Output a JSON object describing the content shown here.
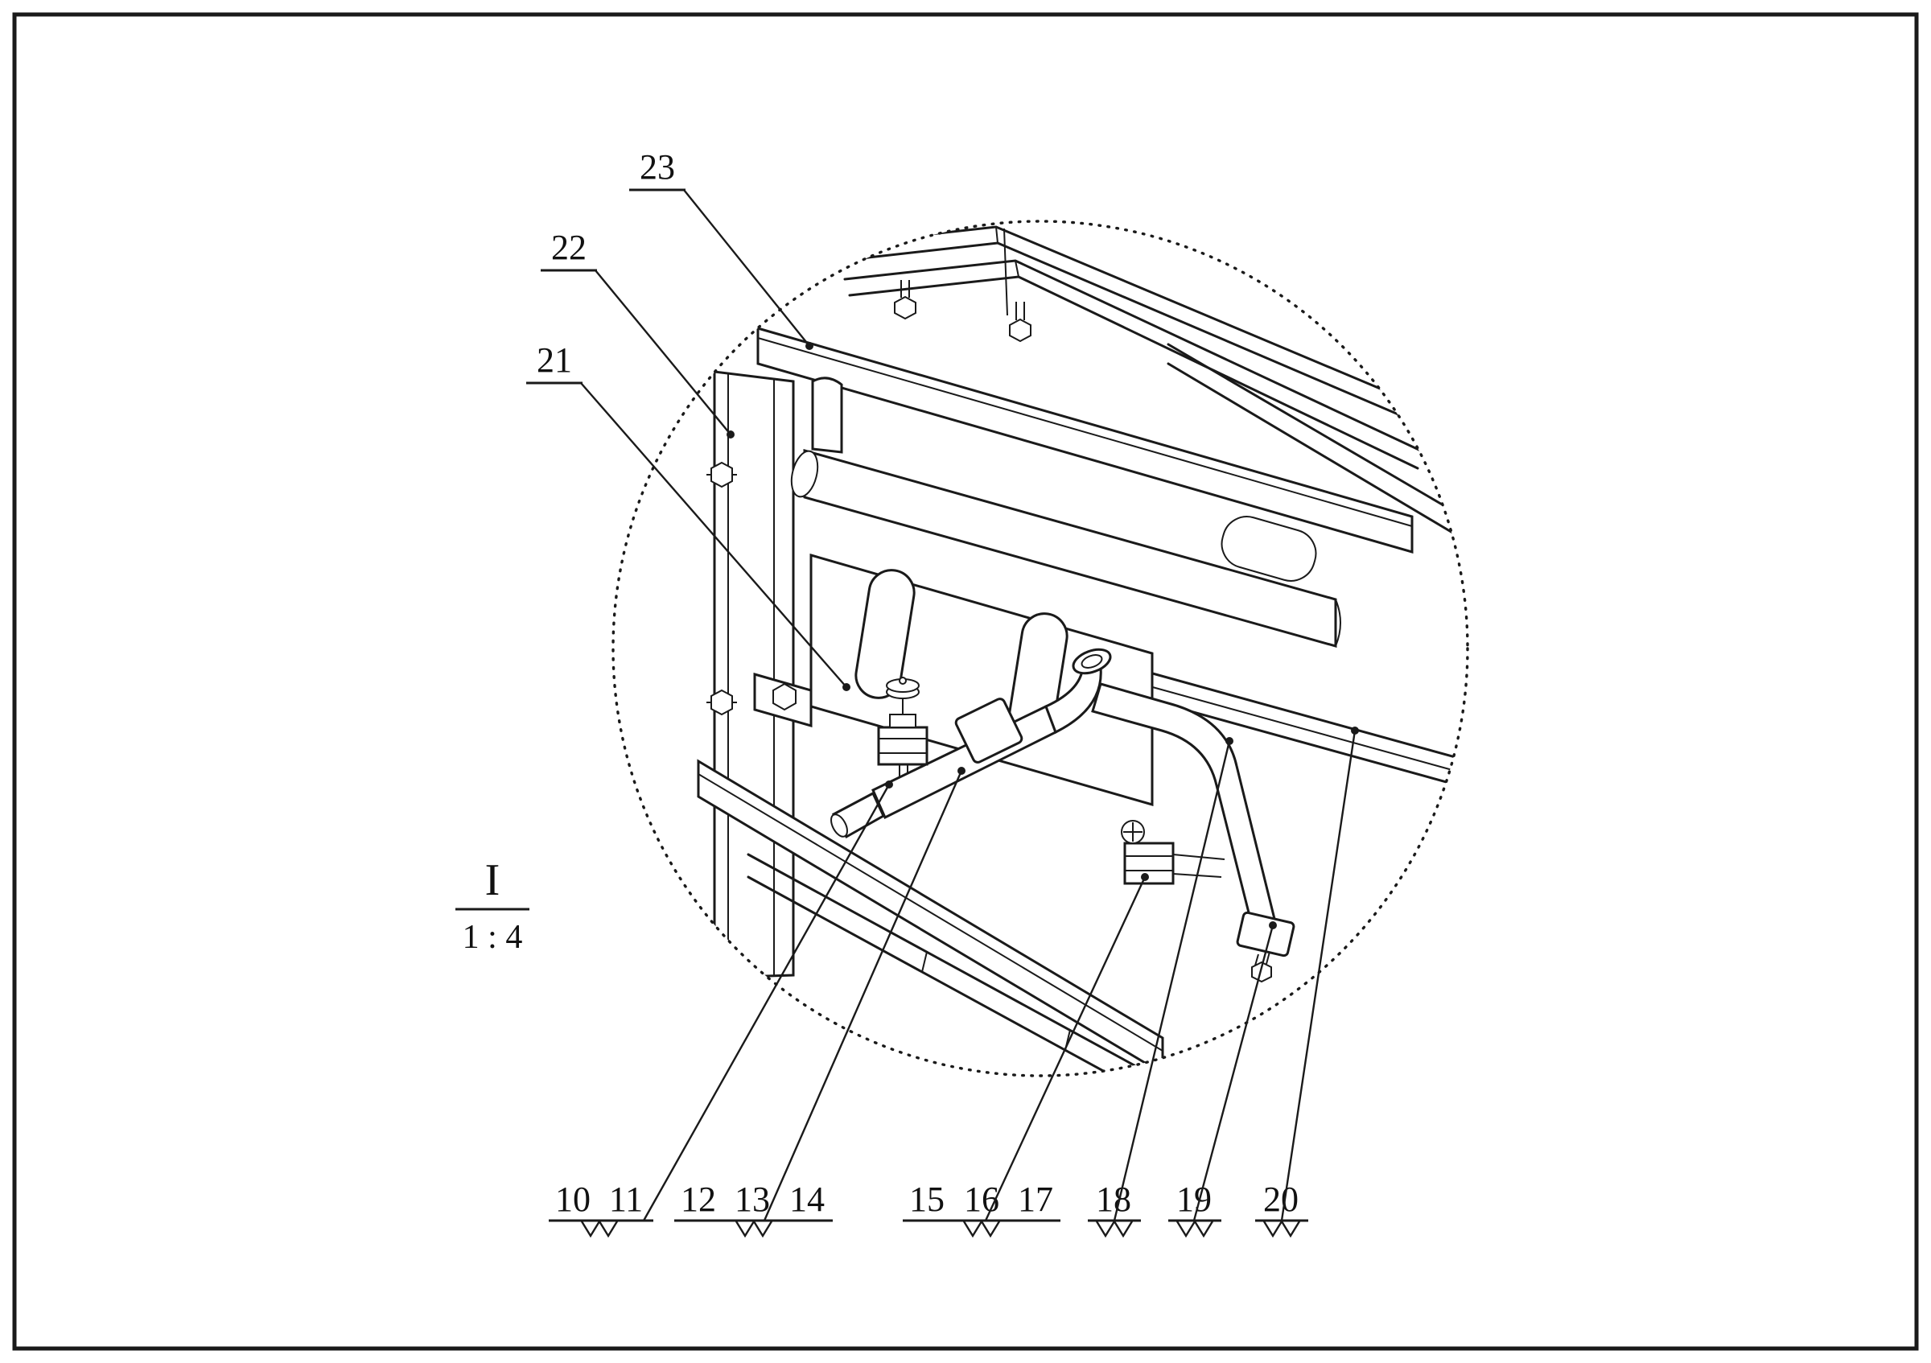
{
  "figure": {
    "type": "patent-detail-drawing",
    "detail": {
      "label": "I",
      "scale": "1 : 4"
    },
    "callouts": {
      "top": [
        "23",
        "22",
        "21"
      ],
      "bottom": [
        "10",
        "11",
        "12",
        "13",
        "14",
        "15",
        "16",
        "17",
        "18",
        "19",
        "20"
      ]
    },
    "colors": {
      "line": "#1a1a1a",
      "background": "#ffffff"
    }
  }
}
